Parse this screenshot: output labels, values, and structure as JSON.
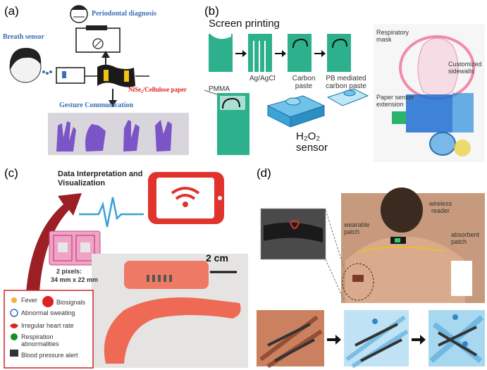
{
  "panels": {
    "a": {
      "label": "(a)",
      "periodontal": "Periodontal diagnosis",
      "breath": "Breath sensor",
      "material": "NiSe₂/Cellulose paper",
      "gesture": "Gesture Communication"
    },
    "b": {
      "label": "(b)",
      "screen_printing": "Screen printing",
      "step1": "Ag/AgCl",
      "step2": "Carbon paste",
      "step3": "PB mediated carbon paste",
      "pmma": "PMMA",
      "sensor": "H₂O₂ sensor",
      "mask": "Respiratory mask",
      "sidewalls": "Customized sidewalls",
      "extension": "Paper sensor extension"
    },
    "c": {
      "label": "(c)",
      "title": "Data Interpretation and Visualization",
      "pixels": "2 pixels:",
      "pixel_size": "34 mm x 22  mm",
      "scale": "2 cm",
      "legend": [
        "Fever",
        "Biosignals",
        "Abnormal sweating",
        "Irregular heart rate",
        "Respiration abnormalities",
        "Blood pressure alert"
      ]
    },
    "d": {
      "label": "(d)",
      "wireless": "wireless reader",
      "wearable": "wearable patch",
      "absorbent": "absorbent patch"
    }
  },
  "colors": {
    "green": "#2db08c",
    "blue_text": "#3a6fb5",
    "red_accent": "#e0332b",
    "glove": "#7b55c7",
    "band": "#ee6a55"
  }
}
